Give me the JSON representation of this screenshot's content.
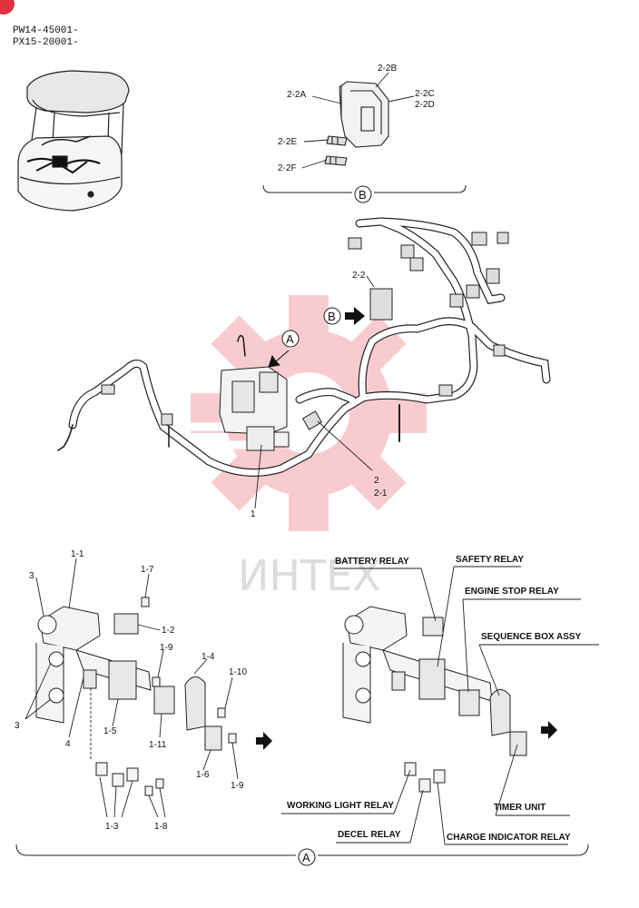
{
  "header": {
    "line1": "PW14-45001-",
    "line2": "PX15-20001-"
  },
  "watermark": {
    "text": "ИНТЕХ",
    "color": "#f4a3a8"
  },
  "views": {
    "a": "A",
    "b": "B"
  },
  "labels": {
    "l2_2A": "2-2A",
    "l2_2B": "2-2B",
    "l2_2C": "2-2C",
    "l2_2D": "2-2D",
    "l2_2E": "2-2E",
    "l2_2F": "2-2F",
    "l2_2": "2-2",
    "l2": "2",
    "l2_1": "2-1",
    "l1": "1",
    "l1_1": "1-1",
    "l3a": "3",
    "l1_7": "1-7",
    "l1_2": "1-2",
    "l1_9a": "1-9",
    "l1_4": "1-4",
    "l1_10": "1-10",
    "l1_5": "1-5",
    "l1_11": "1-11",
    "l3b": "3",
    "l4": "4",
    "l1_6": "1-6",
    "l1_9b": "1-9",
    "l1_3": "1-3",
    "l1_8": "1-8"
  },
  "relays": {
    "battery": "BATTERY RELAY",
    "safety": "SAFETY RELAY",
    "engine_stop": "ENGINE STOP RELAY",
    "sequence": "SEQUENCE BOX ASSY",
    "timer": "TIMER UNIT",
    "working_light": "WORKING LIGHT RELAY",
    "decel": "DECEL RELAY",
    "charge": "CHARGE INDICATOR RELAY"
  }
}
